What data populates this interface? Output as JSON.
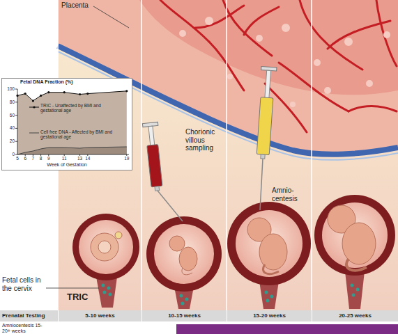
{
  "diagram": {
    "nodes": [
      {
        "text": [
          "Fetal DNA Fraction (%)",
          "Week of Gestation"
        ]
      },
      {
        "text": [
          "Prenatal Testing"
        ]
      },
      {
        "text": [
          "5-10 weeks"
        ]
      },
      {
        "text": [
          "10-15 weeks"
        ]
      },
      {
        "text": [
          "15-20 weeks"
        ]
      },
      {
        "text": [
          "20-25 weeks"
        ]
      },
      {
        "text": [
          "Amniocentesis 15-20+ weeks"
        ]
      }
    ],
    "labels": [
      "Placenta",
      "100",
      "80",
      "60",
      "40",
      "20",
      "0",
      "5",
      "6",
      "7",
      "8",
      "9",
      "11",
      "13",
      "14",
      "19",
      "Chorionic villous sampling",
      "Amnio-centesis",
      "Fetal cells in the cervix",
      "TRIC"
    ],
    "legend": [
      {
        "text": "TRIC - Unaffected by BMI and gestational age"
      },
      {
        "text": "Cell free DNA - Affected by BMI and gestational age"
      }
    ]
  }
}
